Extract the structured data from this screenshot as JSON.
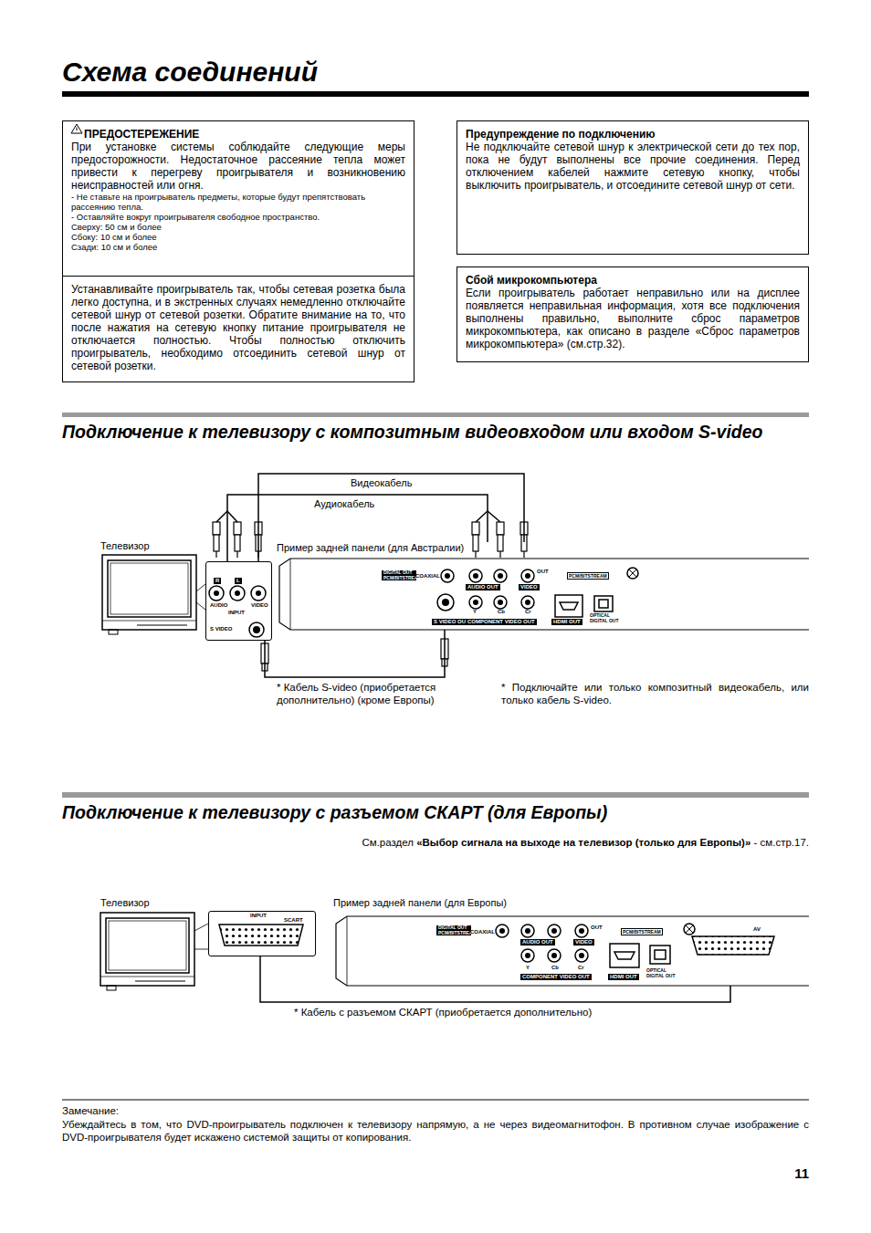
{
  "diagram": {
    "title": "Схема соединений",
    "nodes": [
      {
        "text": [
          "ПРЕДОСТЕРЕЖЕНИЕ",
          "При установке системы соблюдайте следующие меры предосторожности. Недостаточное рассеяние тепла может привести к перегреву проигрывателя и возникновению неисправностей или огня.",
          "- Не ставьте на проигрыватель предметы, которые будут препятствовать рассеянию тепла.",
          "- Оставляйте вокруг проигрывателя свободное пространство.",
          "Сверху: 50 см и более",
          "Сбоку: 10 см и более",
          "Сзади: 10 см и более"
        ]
      },
      {
        "text": [
          "Устанавливайте проигрыватель так, чтобы сетевая розетка была легко доступна, и в экстренных случаях немедленно отключайте сетевой шнур от сетевой розетки. Обратите внимание на то, что после нажатия на сетевую кнопку питание проигрывателя не отключается полностью. Чтобы полностью отключить проигрыватель, необходимо отсоединить сетевой шнур от сетевой розетки."
        ]
      },
      {
        "text": [
          "Предупреждение по подключению",
          "Не подключайте сетевой шнур к электрической сети до тех пор, пока не будут выполнены все прочие соединения. Перед отключением кабелей нажмите сетевую кнопку, чтобы выключить проигрыватель, и отсоедините сетевой шнур от сети."
        ]
      },
      {
        "text": [
          "Сбой микрокомпьютера",
          "Если проигрыватель работает неправильно или на дисплее появляется неправильная информация, хотя все подключения выполнены правильно, выполните сброс параметров микрокомпьютера, как описано в разделе «Сброс параметров микрокомпьютера» (см.стр.32)."
        ]
      },
      {
        "text": [
          "Телевизор"
        ]
      },
      {
        "text": [
          "R",
          "L",
          "AUDIO",
          "VIDEO",
          "INPUT",
          "S VIDEO"
        ],
        "in": 4
      },
      {
        "text": [
          "Пример задней панели (для Австралии)",
          "DIGITAL OUT PCM/BITSTREAM",
          "COAXIAL",
          "AUDIO OUT",
          "VIDEO",
          "OUT",
          "PCM/BITSTREAM",
          "S VIDEO OUT",
          "Y",
          "Cb",
          "Cr",
          "COMPONENT VIDEO OUT",
          "HDMI OUT",
          "OPTICAL DIGITAL OUT"
        ]
      },
      {
        "text": [
          "Телевизор"
        ]
      },
      {
        "text": [
          "INPUT",
          "SCART"
        ],
        "in": 7
      },
      {
        "text": [
          "Пример задней панели (для Европы)",
          "DIGITAL OUT PCM/BITSTREAM",
          "COAXIAL",
          "AUDIO OUT",
          "VIDEO",
          "OUT",
          "PCM/BITSTREAM",
          "Y",
          "Cb",
          "Cr",
          "COMPONENT VIDEO OUT",
          "HDMI OUT",
          "OPTICAL DIGITAL OUT",
          "AV"
        ]
      }
    ],
    "edges": [
      {
        "from": 5,
        "to": 6,
        "arrow": "none",
        "label": "Видеокабель"
      },
      {
        "from": 5,
        "to": 6,
        "arrow": "none",
        "label": "Аудиокабель"
      },
      {
        "from": 5,
        "to": 6,
        "arrow": "none"
      },
      {
        "from": 8,
        "to": 9,
        "arrow": "none"
      }
    ],
    "labels": [
      "Подключение к телевизору с композитным видеовходом или входом S-video",
      "* Кабель S-video (приобретается дополнительно) (кроме Европы)",
      "* Подключайте или только композитный видеокабель, или только кабель S-video.",
      "Подключение к телевизору с разъемом СКАРТ (для Европы)",
      "См.раздел",
      "«Выбор сигнала на выходе на телевизор (только для Европы)»",
      "- см.стр.17.",
      "* Кабель с разъемом СКАРТ (приобретается дополнительно)",
      "Замечание:",
      "Убеждайтесь в том, что DVD-проигрыватель подключен к телевизору напрямую, а не через видеомагнитофон. В противном случае изображение с DVD-проигрывателя будет искажено системой защиты от копирования.",
      "11"
    ]
  }
}
